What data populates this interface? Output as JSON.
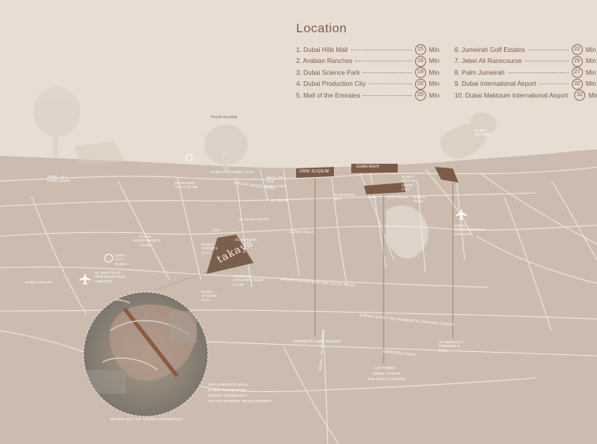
{
  "title": "Location",
  "unit": "Min",
  "locations": [
    {
      "name": "1. Dubai Hills Mall",
      "minutes": "15"
    },
    {
      "name": "2. Arabian Ranches",
      "minutes": "18"
    },
    {
      "name": "3. Dubai Science Park",
      "minutes": "19"
    },
    {
      "name": "4. Dubai Production City",
      "minutes": "20"
    },
    {
      "name": "5. Mall of the Emirates",
      "minutes": "20"
    },
    {
      "name": "6. Jumeirah Golf Estates",
      "minutes": "22"
    },
    {
      "name": "7. Jebel Ali Racecourse",
      "minutes": "25"
    },
    {
      "name": "8. Palm Jumeirah",
      "minutes": "27"
    },
    {
      "name": "9. Dubai International Airport",
      "minutes": "32"
    },
    {
      "name": "10. Dubai Maktoum International Airport",
      "minutes": "32"
    }
  ],
  "map_labels": {
    "palm_island": "PALM ISLAND",
    "dubai_island": "DUBAI ISLAND",
    "jebel_ali": "JEBEL ALI FREE ZONE",
    "emirates_golf": "EMIRATES GOLF CLUB",
    "dubai_internet_city": "DUBAI INTERNET CITY",
    "sheikh_zayed_road": "SHEIKH ZAYED ROAD",
    "mall_of_emirates": "MALL OF THE EMIRATES",
    "al_quoz": "AL QUOZ",
    "umm_suqeim": "UMM SUQEIM",
    "jumeirah": "JUMEIRAH",
    "business_bay": "BUSINESS BAY",
    "dxb": "DXB",
    "city_walk": "CITY WALK",
    "dubai_health_care": "DUBAI HEALTH CARE CITY",
    "dubai_mall": "DUBAI MALL",
    "dubai_intl_airport": "DUBAI INTERNATIONAL AIRPORT",
    "al_khail_road": "AL KHAIL ROAD",
    "dubai_investments_park": "DUBAI INVESTMENTS PARK",
    "expo_city": "EXPO CITY DUBAI",
    "jvc": "JVC",
    "al_barsha": "AL BARSHA",
    "dubai_sports_city": "DUBAI SPORTS CITY",
    "dubai_studio_city": "DUBAI STUDIO CITY",
    "arabian_ranches_golf": "ARABIAN RANCHES GOLF CLUB",
    "sheikh_mohammed_road": "SHEIKH MOHAMMED BIN ZAYED ROAD",
    "dubai_hills": "DUBAI HILLS",
    "maktoum_airport": "AL MAKTOUM INTERNATIONAL AIRPORT",
    "dubai_south": "DUBAI SOUTH",
    "sheikh_zayed_bin_hamdan": "SHEIKH ZAYED BIN HAMDAN AL NAHYAN STREET",
    "emirates_road": "EMIRATES ROAD",
    "al_ain_road": "DUBAI - AL AIN ROAD",
    "spinneys": "SPINNEYS UMM SUQEIM",
    "al_musalla": "AL MUSALLA TOWERS & HALL",
    "up_tower": "UP TOWER",
    "index_tower": "INDEX TOWER",
    "ritz_carlton": "THE RITZ-CARLTON",
    "kinsgate_mall": "THE KINSGATE MALL",
    "dubai_autodrome": "DUBAI AUTODROME",
    "green_community": "GREEN COMMUNITY",
    "takaya_master": "TAKAYA MASTER DEVELOPMENT",
    "motor_city": "MOTOR CITY BY UNION PROPERTIES",
    "brand": "takaya"
  },
  "colors": {
    "background": "#e8ddd3",
    "land": "#cbbcaf",
    "road": "#ffffff",
    "accent": "#7b5f4d",
    "highlight_district": "#7a5c48"
  }
}
